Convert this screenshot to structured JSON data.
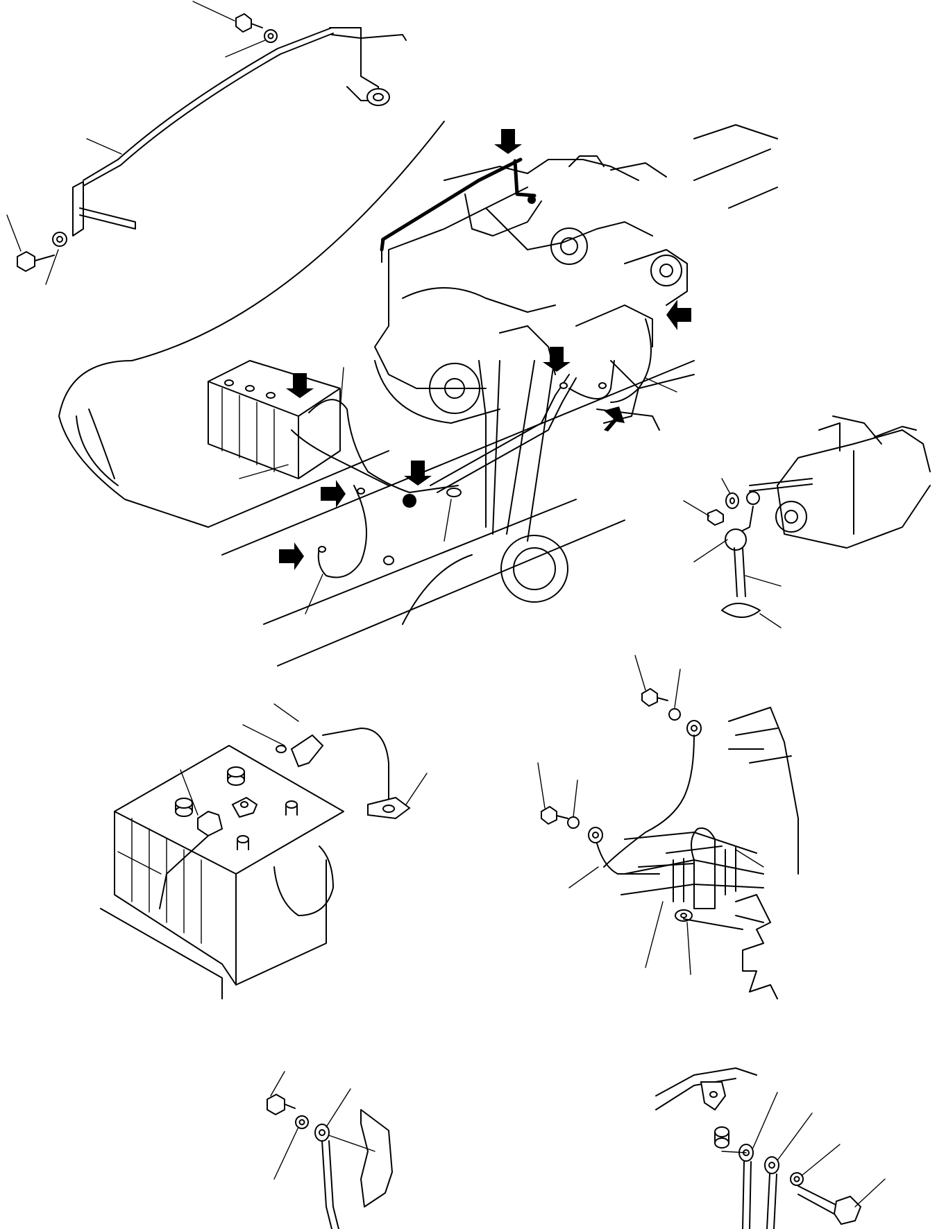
{
  "diagram": {
    "views": [
      "battery-cable-routing-main",
      "starter-terminal-detail",
      "battery-terminal-detail",
      "cable-clamp-detail",
      "ground-terminal-detail-left",
      "ground-terminal-detail-right"
    ],
    "callout_labels": [],
    "colors": {
      "line": "#000000",
      "background": "#ffffff"
    }
  }
}
